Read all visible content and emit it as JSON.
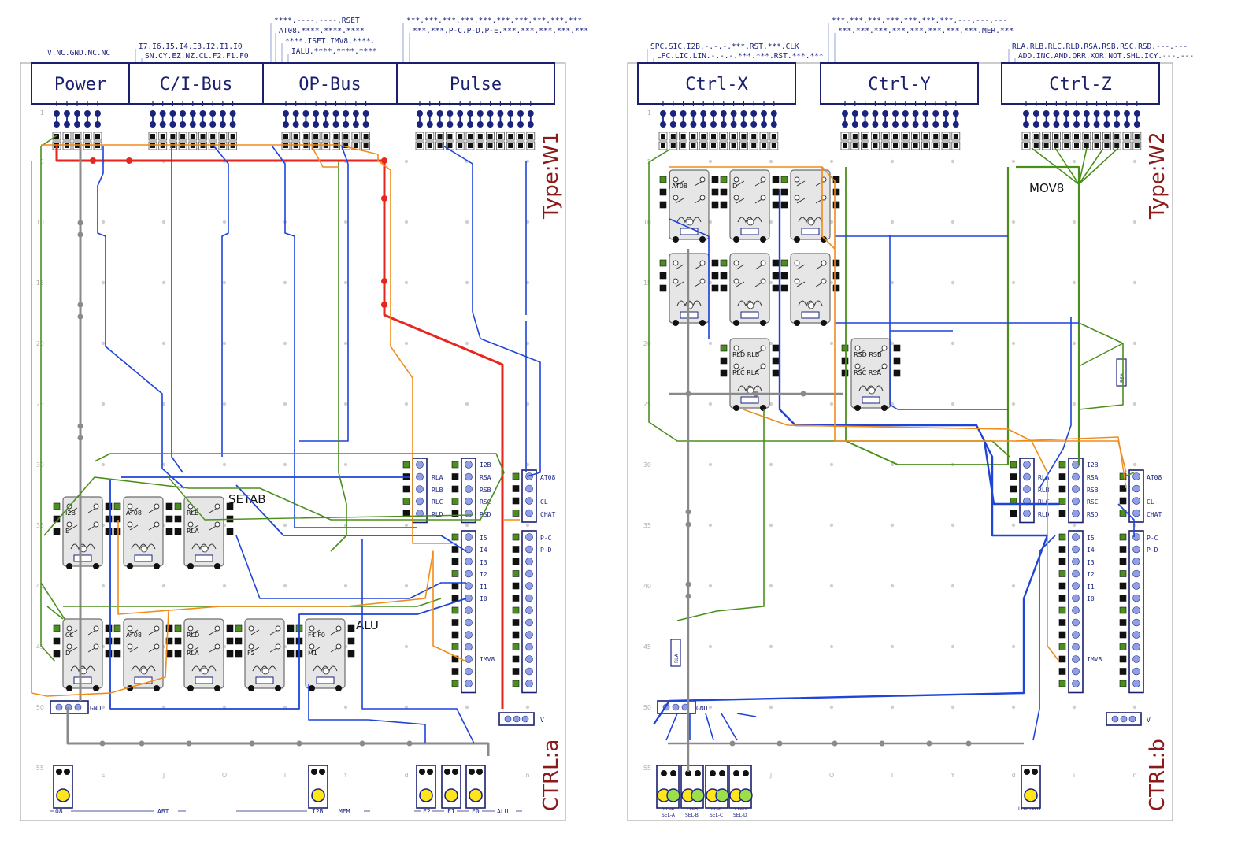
{
  "boards": [
    {
      "id": "w1",
      "type_label": "Type:W1",
      "ctrl_label": "CTRL:a",
      "headers": [
        {
          "name": "Power"
        },
        {
          "name": "C/I-Bus"
        },
        {
          "name": "OP-Bus"
        },
        {
          "name": "Pulse"
        }
      ],
      "bus_lines": [
        "V.NC.GND.NC.NC",
        "I7.I6.I5.I4.I3.I2.I1.I0",
        "SN.CY.EZ.NZ.CL.F2.F1.F0",
        "****.----.----.RSET",
        "AT08.****.****.****",
        "****.ISET.IMV8.****.",
        "IALU.****.****.****",
        "***.***.***.***.***.***.***.***.***.***",
        "***.***.P-C.P-D.P-E.***.***.***.***.***"
      ],
      "blocks": [
        "SETAB",
        "ALU"
      ],
      "bus_left": [
        "RLA",
        "RLB",
        "RLC",
        "RLD"
      ],
      "bus_mid": [
        "I2B",
        "RSA",
        "RSB",
        "RSC",
        "RSD"
      ],
      "bus_mid_lower": [
        "I5",
        "I4",
        "I3",
        "I2",
        "I1",
        "I0",
        "IMV8"
      ],
      "bus_right": [
        "AT08",
        "CL",
        "CHAT"
      ],
      "bus_right_lower": [
        "P-C",
        "P-D"
      ],
      "gnd_label": "GND",
      "v_label": "V",
      "bottom_legend": [
        "08",
        "ABT",
        "I2B",
        "MEM",
        "F2",
        "F1",
        "F0",
        "ALU"
      ],
      "relay_labels": [
        "I2B",
        "E",
        "AT08",
        "RLB",
        "RLA",
        "CL",
        "D",
        "AT08",
        "RLD",
        "F2",
        "F1",
        "F0",
        "M1",
        "RLA"
      ]
    },
    {
      "id": "w2",
      "type_label": "Type:W2",
      "ctrl_label": "CTRL:b",
      "headers": [
        {
          "name": "Ctrl-X"
        },
        {
          "name": "Ctrl-Y"
        },
        {
          "name": "Ctrl-Z"
        }
      ],
      "bus_lines": [
        "SPC.SIC.I2B.-.-.-.***.RST.***.CLK",
        "LPC.LIC.LIN.-.-.-.***.***.RST.***.***",
        "***.***.***.***.***.***.***.---.---.---",
        "***.***.***.***.***.***.***.***.MER.***",
        "RLA.RLB.RLC.RLD.RSA.RSB.RSC.RSD.---.---",
        "ADD.INC.AND.ORR.XOR.NOT.SHL.ICY.---.---"
      ],
      "blocks": [
        "MOV8"
      ],
      "bus_left": [
        "RLA",
        "RLB",
        "RLC",
        "RLD"
      ],
      "bus_mid": [
        "I2B",
        "RSA",
        "RSB",
        "RSC",
        "RSD"
      ],
      "bus_mid_lower": [
        "I5",
        "I4",
        "I3",
        "I2",
        "I1",
        "I0",
        "IMV8"
      ],
      "bus_right": [
        "AT08",
        "CL",
        "CHAT"
      ],
      "bus_right_lower": [
        "P-C",
        "P-D"
      ],
      "gnd_label": "GND",
      "v_label": "V",
      "resistors": [
        "RSA",
        "RLA"
      ],
      "led_labels": [
        "LD-A",
        "SEL-A",
        "LD-B",
        "SEL-B",
        "LD-C",
        "SEL-C",
        "LD-D",
        "SEL-D",
        "LD-COND"
      ],
      "relay_labels": [
        "AT08",
        "D",
        "RLD",
        "RLB",
        "RLC",
        "RLA",
        "RSD",
        "RSB",
        "RSC",
        "RSA"
      ]
    }
  ],
  "grid": {
    "rows": [
      "1",
      "5",
      "10",
      "15",
      "20",
      "25",
      "30",
      "35",
      "40",
      "45",
      "50",
      "55"
    ],
    "cols": [
      "A",
      "E",
      "J",
      "O",
      "T",
      "Y",
      "d",
      "i",
      "n"
    ]
  },
  "colors": {
    "frame": "#1a1f6e",
    "wire_blue": "#1e44d8",
    "wire_green": "#4a8f1c",
    "wire_orange": "#f08c1a",
    "wire_red": "#e6261f",
    "wire_grey": "#8a8a8a",
    "type_label": "#8b1a1a"
  }
}
